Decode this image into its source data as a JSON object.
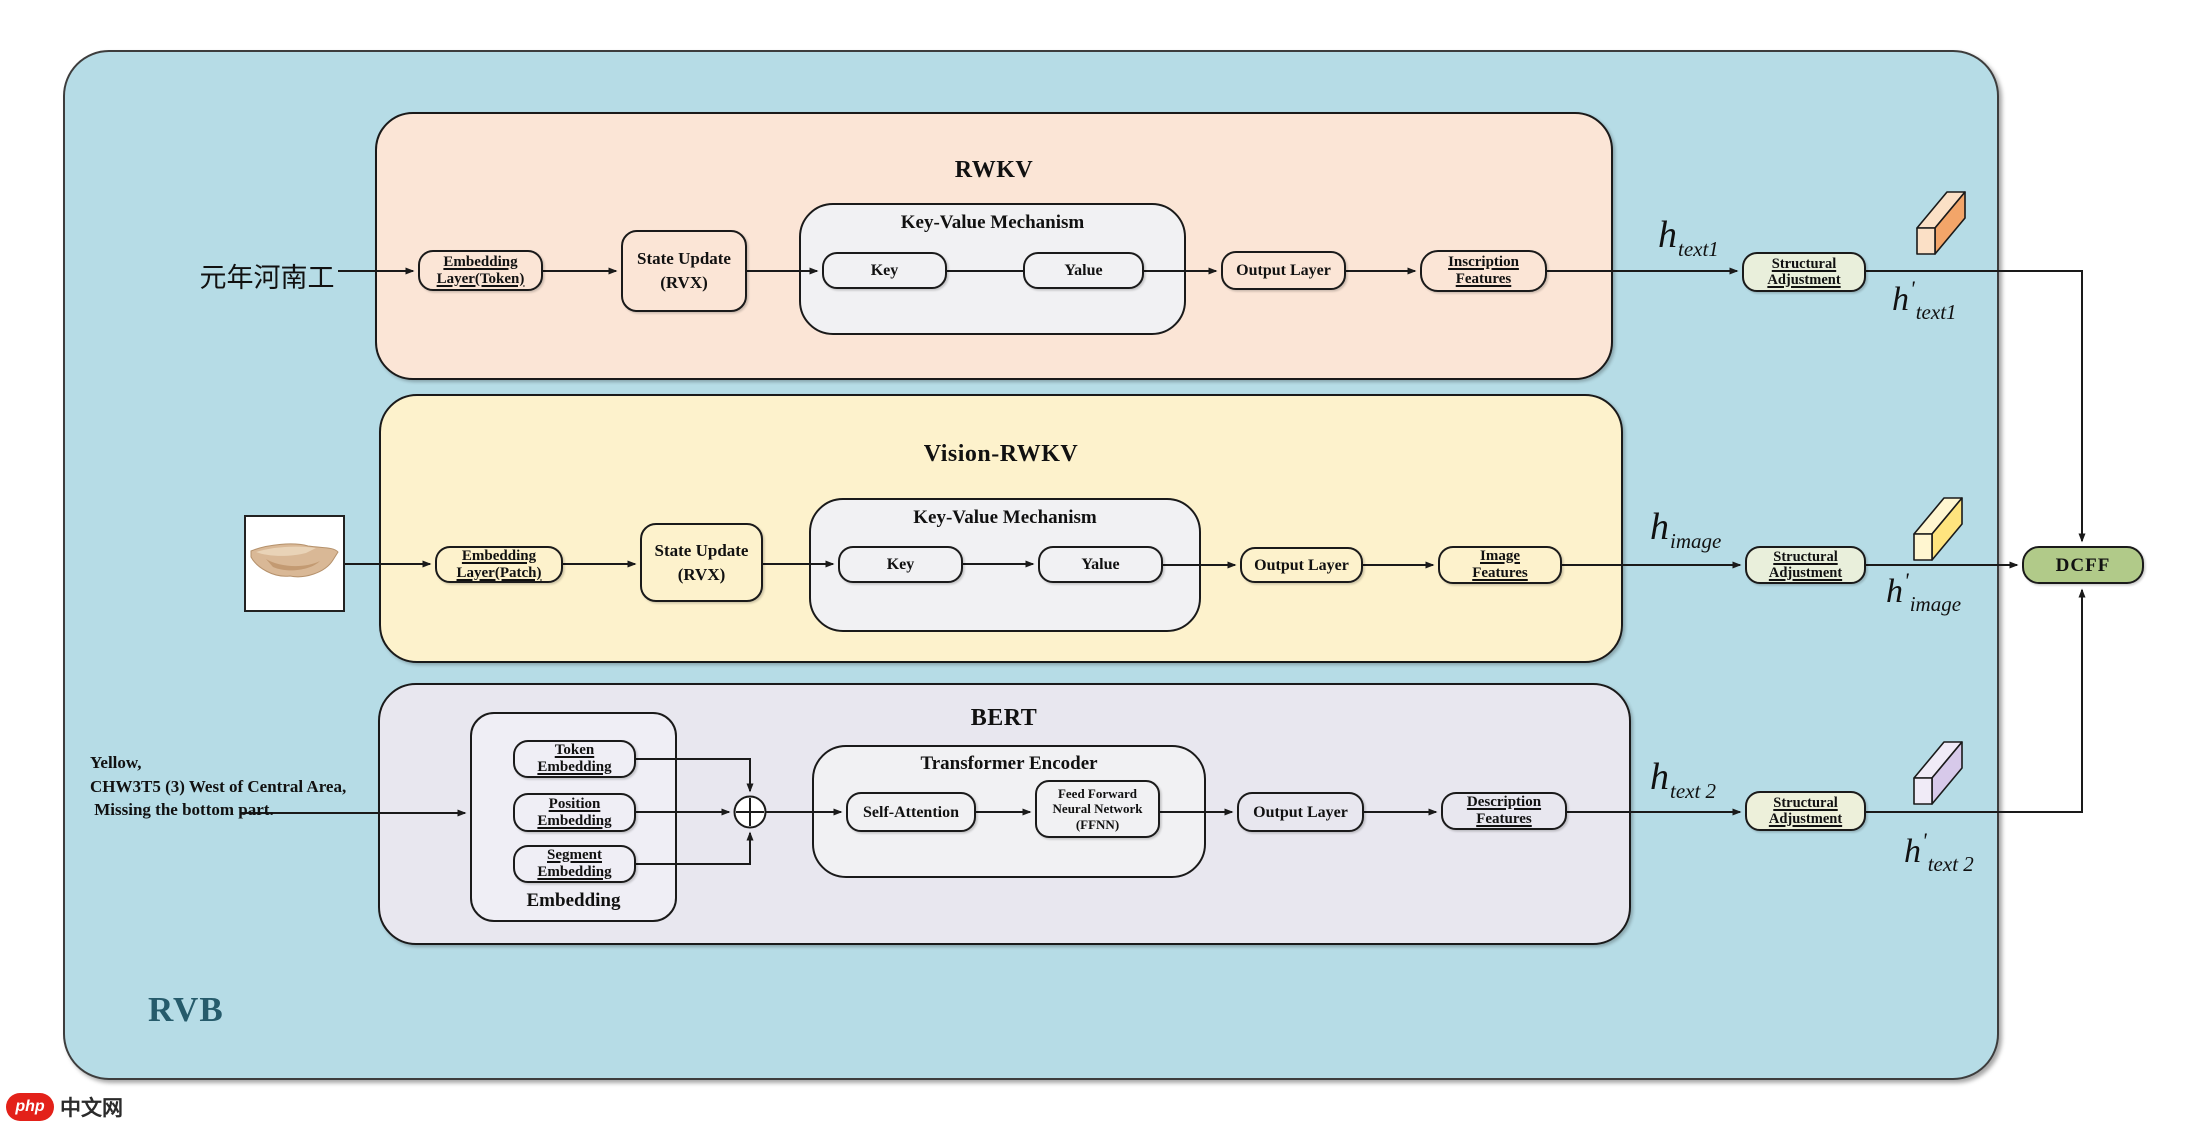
{
  "colors": {
    "canvas_blue": "#b6dce6",
    "rwkv_panel": "#fbe5d6",
    "vision_panel": "#fdf2cc",
    "bert_panel": "#e8e7ef",
    "inner_gray": "#f1f1f3",
    "structural_green": "#e9efdb",
    "dcff_green": "#b1ca89",
    "rvb_text": "#265b6b",
    "cube_text1_side": "#f3a569",
    "cube_text1_face": "#fbe0c6",
    "cube_image_side": "#ffe47e",
    "cube_image_face": "#fff6d0",
    "cube_text2_side": "#d7c9ea",
    "cube_text2_face": "#f0ebf7"
  },
  "rvb_label": "RVB",
  "dcff_label": "DCFF",
  "watermark": {
    "badge": "php",
    "site": "中文网"
  },
  "rwkv": {
    "title": "RWKV",
    "input_text": "元年河南工",
    "embedding_line1": "Embedding",
    "embedding_line2": "Layer(Token)",
    "state_line1": "State Update",
    "state_line2": "(RVX)",
    "kv_title": "Key-Value Mechanism",
    "key": "Key",
    "value": "Yalue",
    "output": "Output Layer",
    "features_line1": "Inscription",
    "features_line2": "Features",
    "h_base": "h",
    "h_sub": "text1",
    "structural_line1": "Structural",
    "structural_line2": "Adjustment",
    "hp_base": "h",
    "hp_prime": "'",
    "hp_sub": "text1"
  },
  "vision": {
    "title": "Vision-RWKV",
    "embedding_line1": "Embedding",
    "embedding_line2": "Layer(Patch)",
    "state_line1": "State Update",
    "state_line2": "(RVX)",
    "kv_title": "Key-Value Mechanism",
    "key": "Key",
    "value": "Yalue",
    "output": "Output Layer",
    "features_line1": "Image",
    "features_line2": "Features",
    "h_base": "h",
    "h_sub": "image",
    "structural_line1": "Structural",
    "structural_line2": "Adjustment",
    "hp_base": "h",
    "hp_prime": "'",
    "hp_sub": "image"
  },
  "bert": {
    "title": "BERT",
    "input_line1": "Yellow,",
    "input_line2": "CHW3T5 (3) West of Central Area,",
    "input_line3": " Missing the bottom part.",
    "embedding_label": "Embedding",
    "token_line1": "Token",
    "token_line2": "Embedding",
    "position_line1": "Position",
    "position_line2": "Embedding",
    "segment_line1": "Segment",
    "segment_line2": "Embedding",
    "transformer_title": "Transformer Encoder",
    "self_attention": "Self-Attention",
    "ffnn_line1": "Feed Forward",
    "ffnn_line2": "Neural Network",
    "ffnn_line3": "(FFNN)",
    "output": "Output Layer",
    "features_line1": "Description",
    "features_line2": "Features",
    "h_base": "h",
    "h_sub": "text 2",
    "structural_line1": "Structural",
    "structural_line2": "Adjustment",
    "hp_base": "h",
    "hp_prime": "'",
    "hp_sub": "text 2"
  }
}
